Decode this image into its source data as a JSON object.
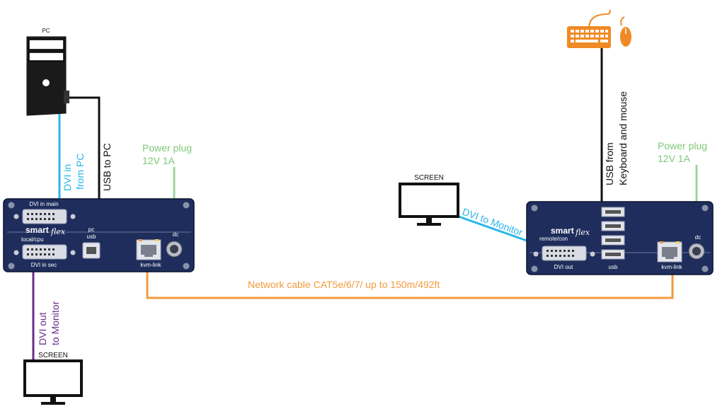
{
  "pc": {
    "label": "PC",
    "dvi_in_line1": "DVI in",
    "dvi_in_line2": "from PC",
    "usb_to_pc": "USB to PC"
  },
  "local_unit": {
    "brand": "smart",
    "brand_script": "flex",
    "model": "local/cpu",
    "port_dvi_in_main": "DVI in main",
    "port_dvi_in_sec": "DVI in sec",
    "port_pc": "pc",
    "port_usb": "usb",
    "port_kvm_link": "kvm-link",
    "port_dc": "dc",
    "power_line1": "Power plug",
    "power_line2": "12V 1A"
  },
  "local_screen": {
    "label": "SCREEN",
    "dvi_out_line1": "DVI out",
    "dvi_out_line2": "to Monitor"
  },
  "remote_screen": {
    "label": "SCREEN",
    "dvi_to_monitor": "DVI to Monitor"
  },
  "remote_unit": {
    "brand": "smart",
    "brand_script": "flex",
    "model": "remote/con",
    "port_dvi_out": "DVI out",
    "port_usb": "usb",
    "port_kvm_link": "kvm-link",
    "port_dc": "dc",
    "power_line1": "Power plug",
    "power_line2": "12V 1A",
    "usb_line1": "USB from",
    "usb_line2": "Keyboard and mouse"
  },
  "network_cable": "Network cable CAT5e/6/7/ up to 150m/492ft",
  "colors": {
    "unit_body": "#1e2d5c",
    "dvi_cable": "#29b6e8",
    "usb_cable": "#111111",
    "power_text": "#7dc87a",
    "power_cable": "#9fd49c",
    "network_cable": "#f39a3d",
    "dvi_out_cable": "#6a2e8c",
    "keyboard": "#f08a24"
  }
}
